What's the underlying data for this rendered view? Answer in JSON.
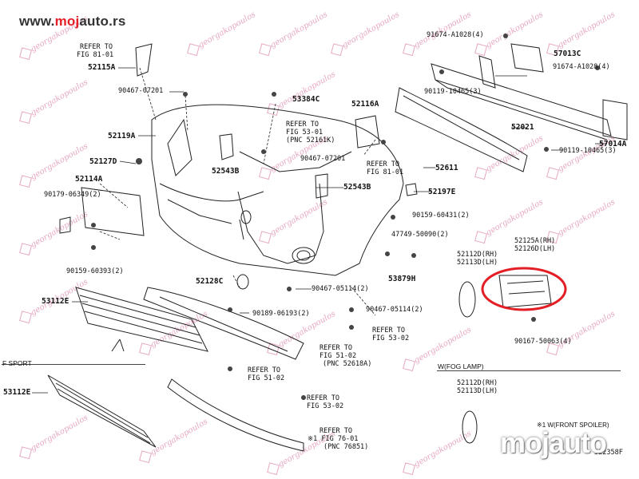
{
  "site": {
    "prefix": "www.",
    "brand_a": "moj",
    "brand_b": "auto",
    "suffix": ".rs"
  },
  "watermark": "georgakopoulos",
  "logo_text": "mojauto",
  "sections": {
    "f_sport": "F SPORT",
    "fog_lamp": "W(FOG LAMP)",
    "front_spoiler": "※1 W(FRONT SPOILER)"
  },
  "diagram_code": "522358F",
  "labels": {
    "refer_fig81_a": "REFER TO",
    "refer_fig81_b": "FIG 81-01",
    "p52115a": "52115A",
    "p90467_07201_a": "90467-07201",
    "p53384c": "53384C",
    "p52119a": "52119A",
    "refer_fig53_a": "REFER TO",
    "refer_fig53_b": "FIG 53-01",
    "refer_fig53_c": "(PNC 52161K)",
    "p90467_07201_b": "90467-07201",
    "p52127d": "52127D",
    "p52543b_a": "52543B",
    "p52543b_b": "52543B",
    "p52116a": "52116A",
    "refer_fig81_c": "REFER TO",
    "refer_fig81_d": "FIG 81-01",
    "p52114a": "52114A",
    "p90179": "90179-06349(2)",
    "p90159_60393": "90159-60393(2)",
    "p52197e": "52197E",
    "p90159_60431": "90159-60431(2)",
    "p47749": "47749-50090(2)",
    "p53879h": "53879H",
    "p52128c": "52128C",
    "p53112e_a": "53112E",
    "p90467_05114_a": "90467-05114(2)",
    "p90189": "90189-06193(2)",
    "p90467_05114_b": "90467-05114(2)",
    "refer_fig53_02_a": "REFER TO",
    "refer_fig53_02_b": "FIG 53-02",
    "refer_fig51_a": "REFER TO",
    "refer_fig51_b": "FIG 51-02",
    "refer_fig51_c": "(PNC 52618A)",
    "refer_fig51_d": "REFER TO",
    "refer_fig51_e": "FIG 51-02",
    "refer_fig53_02_c": "REFER TO",
    "refer_fig53_02_d": "FIG 53-02",
    "refer_fig76_a": "REFER TO",
    "refer_fig76_b": "※1 FIG 76-01",
    "refer_fig76_c": "(PNC 76851)",
    "p53112e_b": "53112E",
    "p91674_a": "91674-A1028(4)",
    "p57013c": "57013C",
    "p91674_b": "91674-A1028(4)",
    "p90119_a": "90119-10465(3)",
    "p52021": "52021",
    "p57014a": "57014A",
    "p90119_b": "90119-10465(3)",
    "p52611": "52611",
    "p52112d_a": "52112D(RH)",
    "p52113d_a": "52113D(LH)",
    "p52125a": "52125A(RH)",
    "p52126d": "52126D(LH)",
    "p90167": "90167-50063(4)",
    "p52112d_b": "52112D(RH)",
    "p52113d_b": "52113D(LH)"
  }
}
